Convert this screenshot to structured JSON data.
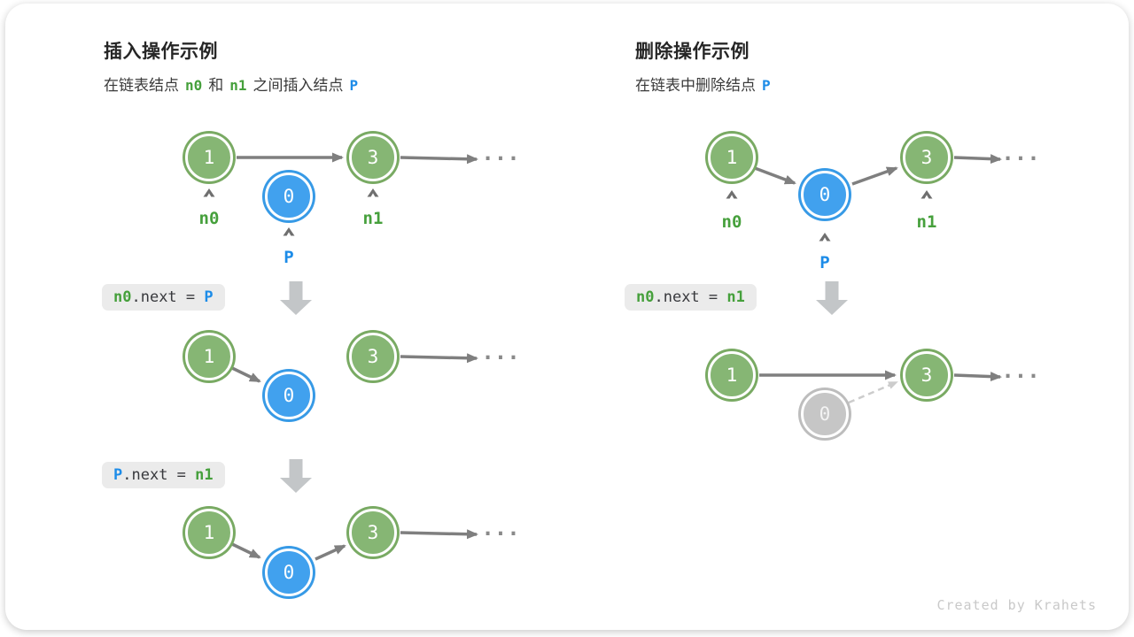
{
  "insert": {
    "title": "插入操作示例",
    "subtitle": {
      "t1": "在链表结点",
      "c1": "n0",
      "t2": "和",
      "c2": "n1",
      "t3": "之间插入结点",
      "c3": "P"
    },
    "code1": {
      "t1": "n0",
      "t2": ".next = ",
      "t3": "P"
    },
    "code2": {
      "t1": "P",
      "t2": ".next = ",
      "t3": "n1"
    }
  },
  "remove": {
    "title": "删除操作示例",
    "subtitle": {
      "t1": "在链表中删除结点",
      "c1": "P"
    },
    "code1": {
      "t1": "n0",
      "t2": ".next = ",
      "t3": "n1"
    }
  },
  "node_values": {
    "first": "1",
    "last": "3",
    "p": "0"
  },
  "pointer_labels": {
    "n0": "n0",
    "n1": "n1",
    "p": "P"
  },
  "ellipsis": "...",
  "credit": "Created by Krahets",
  "colors": {
    "node_green": "#86b674",
    "node_blue": "#41a1ee",
    "node_gray": "#c6c6c6",
    "text_green": "#46a03c",
    "text_blue": "#1d8ce8",
    "arrow_gray": "#7f7f7f",
    "dashed_gray": "#cccccc",
    "codebox_bg": "#ebebeb"
  }
}
